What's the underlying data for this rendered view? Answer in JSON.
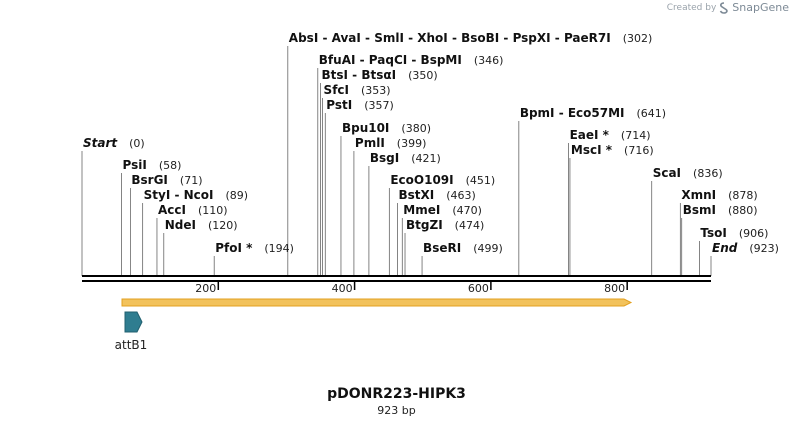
{
  "credit": {
    "prefix": "Created by",
    "brand": "SnapGene",
    "icon": "snapgene-logo-icon"
  },
  "map": {
    "title": "pDONR223-HIPK3",
    "length_label": "923 bp",
    "total_bp": 923,
    "ticks": [
      200,
      400,
      600,
      800
    ],
    "colors": {
      "backbone": "#000000",
      "orf_fill": "#f2c25c",
      "orf_stroke": "#e3a020",
      "feature": "#2f7d90",
      "leader": "#666666"
    }
  },
  "sites": [
    {
      "name": "Start",
      "pos": 0,
      "pos_label": "(0)",
      "italic": true
    },
    {
      "name": "PsiI",
      "pos": 58,
      "pos_label": "(58)"
    },
    {
      "name": "BsrGI",
      "pos": 71,
      "pos_label": "(71)"
    },
    {
      "name": "StyI  - NcoI",
      "pos": 89,
      "pos_label": "(89)"
    },
    {
      "name": "AccI",
      "pos": 110,
      "pos_label": "(110)"
    },
    {
      "name": "NdeI",
      "pos": 120,
      "pos_label": "(120)"
    },
    {
      "name": "PfoI *",
      "pos": 194,
      "pos_label": "(194)"
    },
    {
      "name": "AbsI  - AvaI  - SmlI  - XhoI  - BsoBI  - PspXI  - PaeR7I",
      "pos": 302,
      "pos_label": "(302)"
    },
    {
      "name": "BfuAI  - PaqCI  - BspMI",
      "pos": 346,
      "pos_label": "(346)"
    },
    {
      "name": "BtsI - BtsαI",
      "pos": 350,
      "pos_label": "(350)"
    },
    {
      "name": "SfcI",
      "pos": 353,
      "pos_label": "(353)"
    },
    {
      "name": "PstI",
      "pos": 357,
      "pos_label": "(357)"
    },
    {
      "name": "Bpu10I",
      "pos": 380,
      "pos_label": "(380)"
    },
    {
      "name": "PmlI",
      "pos": 399,
      "pos_label": "(399)"
    },
    {
      "name": "BsgI",
      "pos": 421,
      "pos_label": "(421)"
    },
    {
      "name": "EcoO109I",
      "pos": 451,
      "pos_label": "(451)"
    },
    {
      "name": "BstXI",
      "pos": 463,
      "pos_label": "(463)"
    },
    {
      "name": "MmeI",
      "pos": 470,
      "pos_label": "(470)"
    },
    {
      "name": "BtgZI",
      "pos": 474,
      "pos_label": "(474)"
    },
    {
      "name": "BseRI",
      "pos": 499,
      "pos_label": "(499)"
    },
    {
      "name": "BpmI  - Eco57MI",
      "pos": 641,
      "pos_label": "(641)"
    },
    {
      "name": "EaeI *",
      "pos": 714,
      "pos_label": "(714)"
    },
    {
      "name": "MscI *",
      "pos": 716,
      "pos_label": "(716)"
    },
    {
      "name": "ScaI",
      "pos": 836,
      "pos_label": "(836)"
    },
    {
      "name": "XmnI",
      "pos": 878,
      "pos_label": "(878)"
    },
    {
      "name": "BsmI",
      "pos": 880,
      "pos_label": "(880)"
    },
    {
      "name": "TsoI",
      "pos": 906,
      "pos_label": "(906)"
    },
    {
      "name": "End",
      "pos": 923,
      "pos_label": "(923)",
      "italic": true
    }
  ],
  "features": [
    {
      "name": "attB1",
      "type": "feature-arrow"
    }
  ]
}
